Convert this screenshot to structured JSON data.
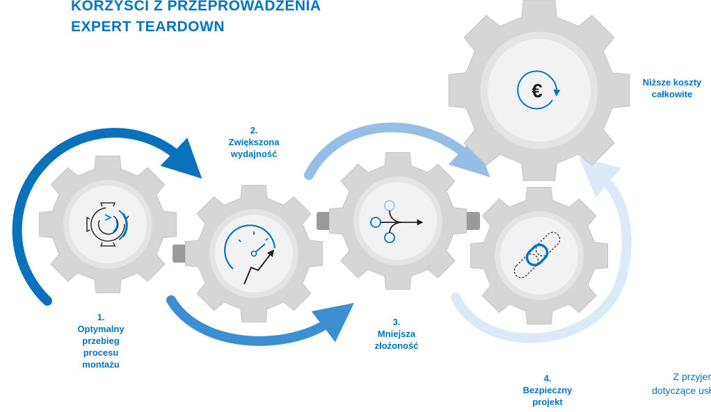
{
  "header": {
    "title_line1": "KORZYŚCI Z PRZEPROWADZENIA",
    "title_line2": "EXPERT TEARDOWN"
  },
  "steps": [
    {
      "number": "1.",
      "lines": [
        "Optymalny",
        "przebieg",
        "procesu",
        "montażu"
      ],
      "icon": "gear-cycle-icon"
    },
    {
      "number": "2.",
      "lines": [
        "Zwiększona",
        "wydajność"
      ],
      "icon": "speedometer-growth-icon"
    },
    {
      "number": "3.",
      "lines": [
        "Mniejsza",
        "złożoność"
      ],
      "icon": "merge-arrow-icon"
    },
    {
      "number": "4.",
      "lines": [
        "Bezpieczny",
        "projekt"
      ],
      "icon": "chain-link-icon"
    }
  ],
  "result": {
    "lines": [
      "Niższe koszty",
      "całkowite"
    ],
    "icon": "euro-cycle-icon",
    "symbol": "€"
  },
  "note": {
    "line1": "Z przyjer",
    "line2": "dotyczące usł"
  },
  "colors": {
    "brand": "#0074bf",
    "arrow_dark": "#0a72bd",
    "arrow_mid": "#3b8fd2",
    "arrow_light": "#96bfe6",
    "arrow_faint": "#dce9f7",
    "gear": "#d6d6d6",
    "gear_face": "#f2f2f2"
  }
}
